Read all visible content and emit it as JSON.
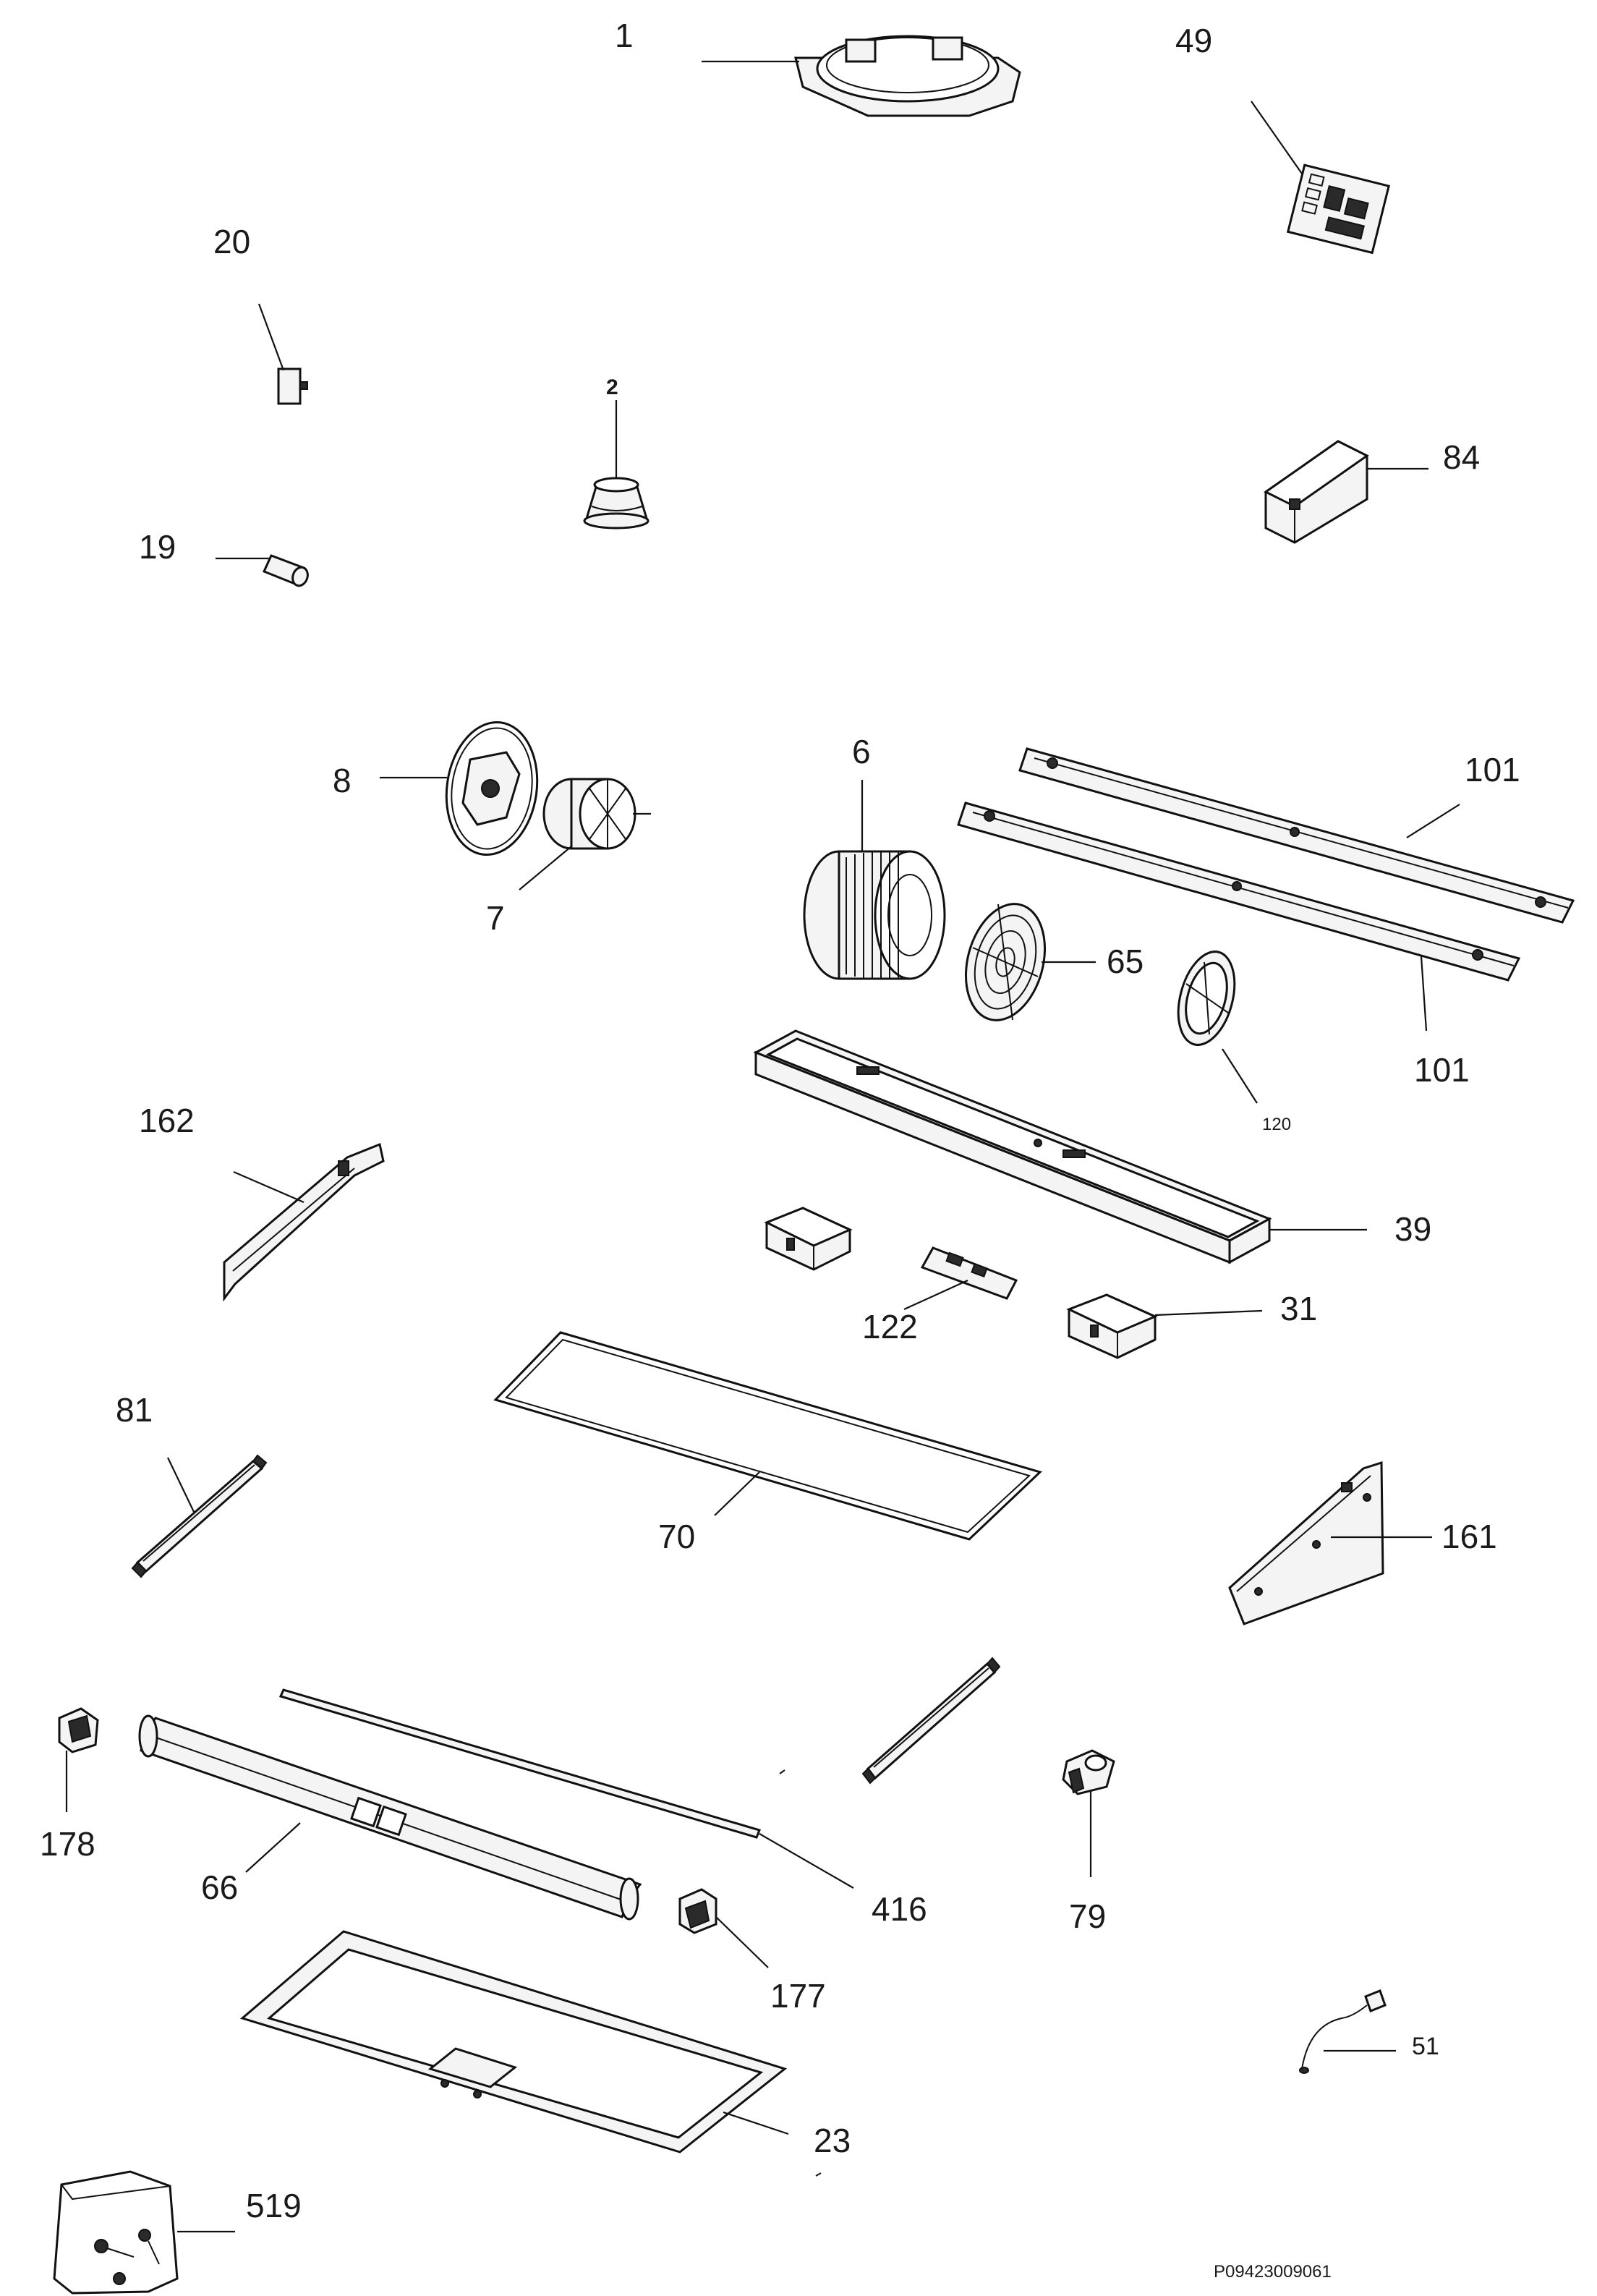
{
  "diagram": {
    "code": "P09423009061",
    "parts": [
      {
        "id": "p1",
        "number": "1"
      },
      {
        "id": "p49",
        "number": "49"
      },
      {
        "id": "p20",
        "number": "20"
      },
      {
        "id": "p2",
        "number": "2"
      },
      {
        "id": "p84",
        "number": "84"
      },
      {
        "id": "p19",
        "number": "19"
      },
      {
        "id": "p8",
        "number": "8"
      },
      {
        "id": "p7",
        "number": "7"
      },
      {
        "id": "p6",
        "number": "6"
      },
      {
        "id": "p101a",
        "number": "101"
      },
      {
        "id": "p101b",
        "number": "101"
      },
      {
        "id": "p65",
        "number": "65"
      },
      {
        "id": "p120",
        "number": "120"
      },
      {
        "id": "p162",
        "number": "162"
      },
      {
        "id": "p39",
        "number": "39"
      },
      {
        "id": "p122",
        "number": "122"
      },
      {
        "id": "p31",
        "number": "31"
      },
      {
        "id": "p81",
        "number": "81"
      },
      {
        "id": "p70",
        "number": "70"
      },
      {
        "id": "p161",
        "number": "161"
      },
      {
        "id": "p178",
        "number": "178"
      },
      {
        "id": "p66",
        "number": "66"
      },
      {
        "id": "p416",
        "number": "416"
      },
      {
        "id": "p79",
        "number": "79"
      },
      {
        "id": "p177",
        "number": "177"
      },
      {
        "id": "p51",
        "number": "51"
      },
      {
        "id": "p23",
        "number": "23"
      },
      {
        "id": "p519",
        "number": "519"
      }
    ]
  }
}
